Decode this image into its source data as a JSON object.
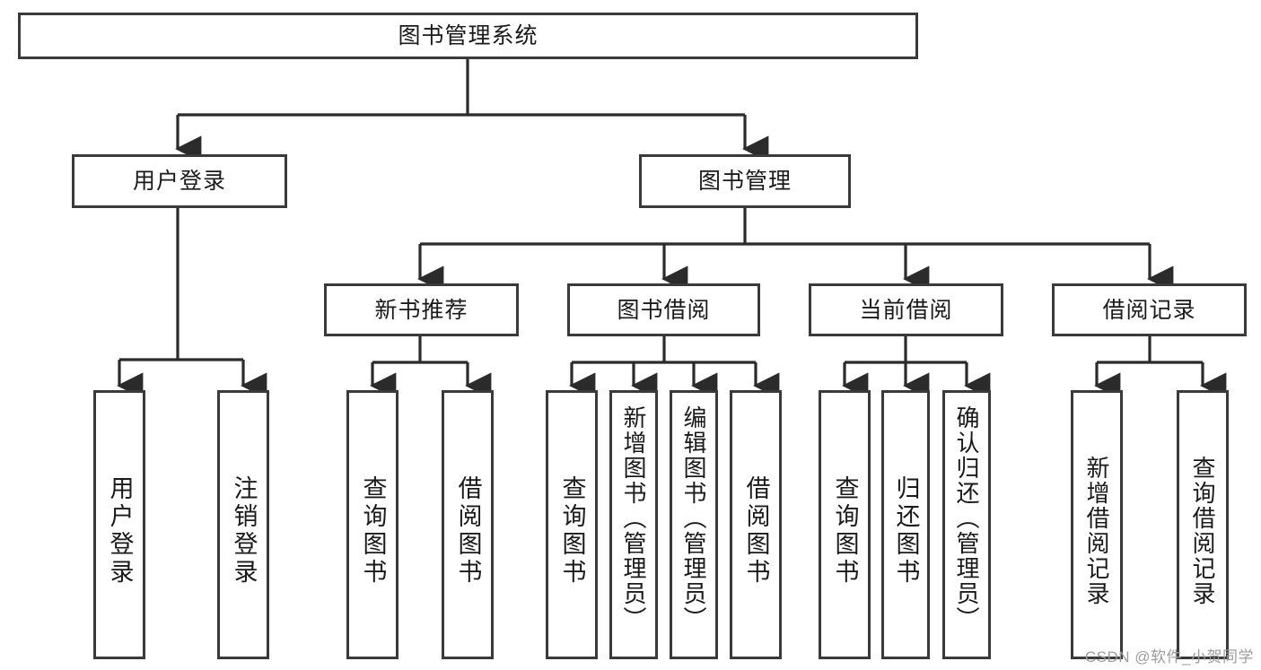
{
  "diagram": {
    "type": "tree-hierarchy",
    "title": "图书管理系统",
    "watermark": "CSDN @软件_小贺同学",
    "stroke_color": "#3a3a3a",
    "fill_color": "#ffffff",
    "text_color": "#1a1a1a",
    "watermark_color": "#9c9c9c"
  },
  "nodes": {
    "root": {
      "label": "图书管理系统"
    },
    "level2": [
      {
        "id": "user-login",
        "label": "用户登录"
      },
      {
        "id": "book-manage",
        "label": "图书管理"
      }
    ],
    "level3": [
      {
        "id": "new-book-recommend",
        "label": "新书推荐"
      },
      {
        "id": "book-borrow",
        "label": "图书借阅"
      },
      {
        "id": "current-borrow",
        "label": "当前借阅"
      },
      {
        "id": "borrow-record",
        "label": "借阅记录"
      }
    ],
    "leaves": [
      {
        "id": "leaf-user-login",
        "label": "用户登录",
        "parent": "user-login"
      },
      {
        "id": "leaf-logout-login",
        "label": "注销登录",
        "parent": "user-login"
      },
      {
        "id": "leaf-query-book-1",
        "label": "查询图书",
        "parent": "new-book-recommend"
      },
      {
        "id": "leaf-borrow-book-1",
        "label": "借阅图书",
        "parent": "new-book-recommend"
      },
      {
        "id": "leaf-query-book-2",
        "label": "查询图书",
        "parent": "book-borrow"
      },
      {
        "id": "leaf-add-book-admin",
        "label": "新增图书（管理员）",
        "parent": "book-borrow"
      },
      {
        "id": "leaf-edit-book-admin",
        "label": "编辑图书（管理员）",
        "parent": "book-borrow"
      },
      {
        "id": "leaf-borrow-book-2",
        "label": "借阅图书",
        "parent": "book-borrow"
      },
      {
        "id": "leaf-query-book-3",
        "label": "查询图书",
        "parent": "current-borrow"
      },
      {
        "id": "leaf-return-book",
        "label": "归还图书",
        "parent": "current-borrow"
      },
      {
        "id": "leaf-confirm-return",
        "label": "确认归还（管理员）",
        "parent": "current-borrow"
      },
      {
        "id": "leaf-add-borrow-rec",
        "label": "新增借阅记录",
        "parent": "borrow-record"
      },
      {
        "id": "leaf-query-borrow-rec",
        "label": "查询借阅记录",
        "parent": "borrow-record"
      }
    ]
  }
}
